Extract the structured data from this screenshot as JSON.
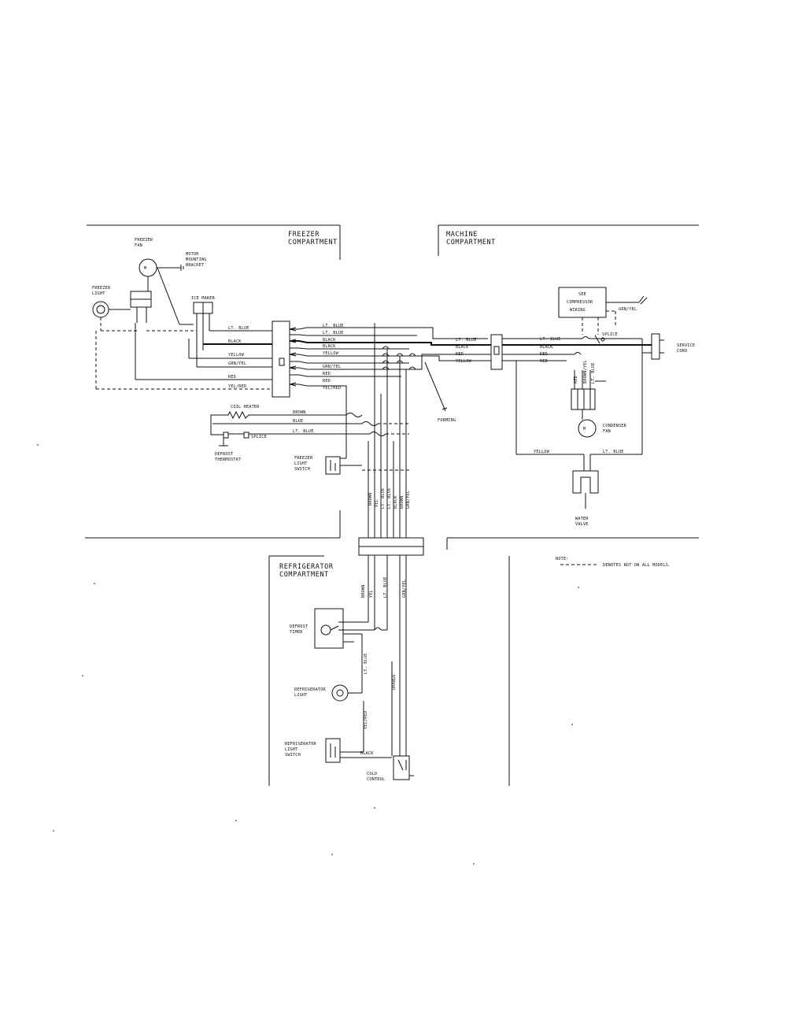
{
  "sections": {
    "freezer": [
      "FREEZER",
      "COMPARTMENT"
    ],
    "machine": [
      "MACHINE",
      "COMPARTMENT"
    ],
    "refrigerator": [
      "REFRIGERATOR",
      "COMPARTMENT"
    ]
  },
  "components": {
    "freezer_fan": [
      "FREEZER",
      "FAN"
    ],
    "motor_mounting_bracket": [
      "MOTOR",
      "MOUNTING",
      "BRACKET"
    ],
    "freezer_light": [
      "FREEZER",
      "LIGHT"
    ],
    "ice_maker": "ICE MAKER",
    "coil_heater": "COIL HEATER",
    "splice": "SPLICE",
    "defrost_thermostat": [
      "DEFROST",
      "THERMOSTAT"
    ],
    "freezer_light_switch": [
      "FREEZER",
      "LIGHT",
      "SWITCH"
    ],
    "forming": "FORMING",
    "compressor_wiring": [
      "SEE",
      "COMPRESSOR",
      "WIRING"
    ],
    "service_cord": [
      "SERVICE",
      "CORD"
    ],
    "condenser_fan": [
      "CONDENSER",
      "FAN"
    ],
    "water_valve": [
      "WATER",
      "VALVE"
    ],
    "defrost_timer": [
      "DEFROST",
      "TIMER"
    ],
    "refrigerator_light": [
      "REFRIGERATOR",
      "LIGHT"
    ],
    "refrigerator_light_switch": [
      "REFRIGERATOR",
      "LIGHT",
      "SWITCH"
    ],
    "cold_control": [
      "COLD",
      "CONTROL"
    ]
  },
  "wires": {
    "left_bundle": [
      "LT. BLUE",
      "BLACK",
      "YELLOW",
      "GRN/YEL",
      "RED",
      "YEL/RED"
    ],
    "center_bundle": [
      "LT. BLUE",
      "LT. BLUE",
      "BLACK",
      "BLACK",
      "YELLOW",
      "GRN/YEL",
      "RED",
      "RED",
      "YEL/RED"
    ],
    "right_bundle": [
      "LT. BLUE",
      "BLACK",
      "RED",
      "YELLOW"
    ],
    "machine_bundle": [
      "LT. BLUE",
      "BLACK",
      "RED",
      "RED"
    ],
    "heater_wires": [
      "BROWN",
      "BLUE",
      "LT. BLUE"
    ],
    "grn_yel": "GRN/YEL",
    "splice": "SPLICE",
    "condenser_leads": [
      "RED",
      "BROWN/YEL",
      "LT. BLUE"
    ],
    "yellow": "YELLOW",
    "lt_blue": "LT. BLUE",
    "vertical_bundle": [
      "BROWN",
      "YEL",
      "LT. BLUE",
      "LT. BLUE",
      "BLACK",
      "BROWN",
      "GRN/YEL"
    ],
    "refrig_bundle": [
      "BROWN",
      "YEL",
      "LT. BLUE",
      "GRN/YEL"
    ],
    "timer_lt_blue": "LT. BLUE",
    "orange": "ORANGE",
    "yel_red": "YEL/RED",
    "black": "BLACK"
  },
  "note": {
    "title": "NOTE:",
    "legend_text": "DENOTES NOT ON ALL MODELS."
  }
}
